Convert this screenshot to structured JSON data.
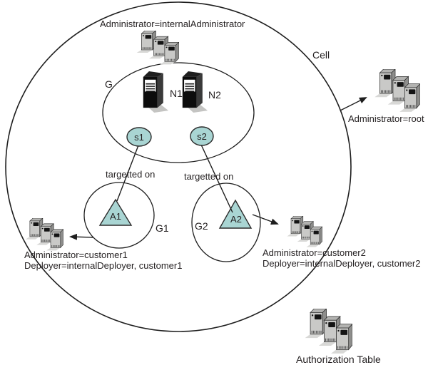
{
  "labels": {
    "cell": "Cell",
    "internal_admin": "Administrator=internalAdministrator",
    "root": "Administrator=root",
    "customer1_admin": "Administrator=customer1",
    "customer1_deployer": "Deployer=internalDeployer, customer1",
    "customer2_admin": "Administrator=customer2",
    "customer2_deployer": "Deployer=internalDeployer, customer2",
    "node_group": "G",
    "node1": "N1",
    "node2": "N2",
    "server1": "s1",
    "server2": "s2",
    "app1": "A1",
    "app2": "A2",
    "group1": "G1",
    "group2": "G2",
    "targeted_left": "targetted on",
    "targeted_right": "targetted on",
    "authorization_table": "Authorization Table"
  },
  "colors": {
    "accent_fill": "#a9d5d3",
    "line": "#1e1e1e",
    "text": "#231f20"
  }
}
